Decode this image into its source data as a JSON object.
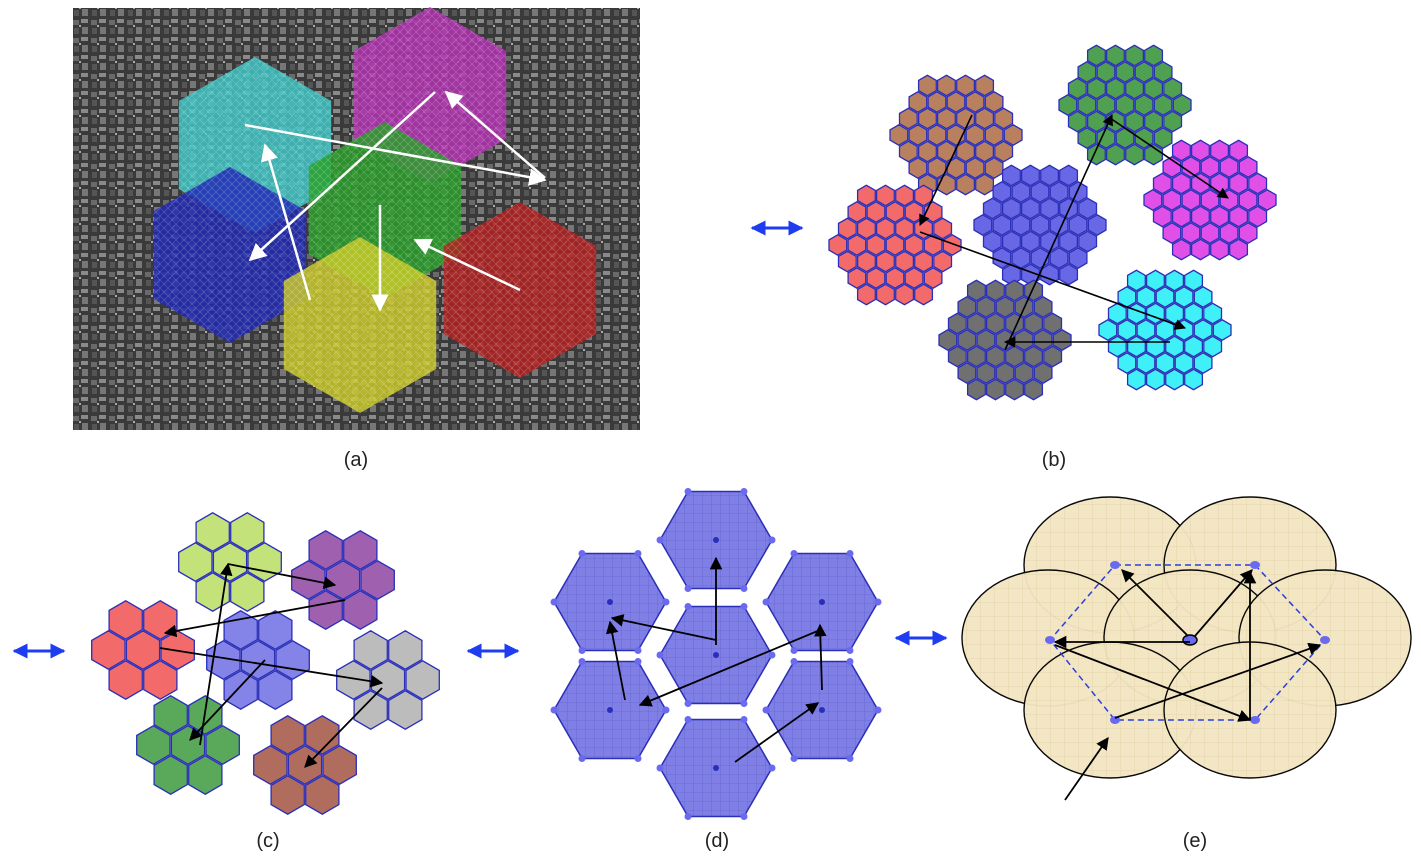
{
  "panels": [
    {
      "id": "a",
      "caption": "(a)"
    },
    {
      "id": "b",
      "caption": "(b)"
    },
    {
      "id": "c",
      "caption": "(c)"
    },
    {
      "id": "d",
      "caption": "(d)"
    },
    {
      "id": "e",
      "caption": "(e)"
    }
  ],
  "colors": {
    "link_arrow": "#1e3cf0",
    "flow_arrow_dark": "#000000",
    "flow_arrow_light": "#ffffff",
    "hex_outline": "#2b2fb8",
    "cell_blue": "#7f7fe6",
    "disk_fill": "#f3e6c3",
    "disk_stroke": "#000000",
    "dashed_hexagon": "#2b3fd9",
    "map_background": "#3a3a3a",
    "region_cyan": "#41c8c8",
    "region_magenta": "#b432b4",
    "region_green": "#28a028",
    "region_blue": "#2028b4",
    "region_yellow": "#cccc28",
    "region_red": "#b42020",
    "cluster_brown": "#b98060",
    "cluster_green": "#4fa050",
    "cluster_red": "#f26a6a",
    "cluster_blue": "#6868e6",
    "cluster_magenta": "#e050e8",
    "cluster_cyan": "#40f0f8",
    "cluster_gray": "#707070",
    "c_lime": "#c4e27a",
    "c_purple": "#a060b0",
    "c_red": "#f26a6a",
    "c_blue": "#8484e8",
    "c_gray": "#bcbcbc",
    "c_green": "#5aa85a",
    "c_brown": "#b06c5c"
  },
  "icons": [
    "double-headed-arrow-icon",
    "arrow-icon",
    "hexagon-cell-icon"
  ]
}
